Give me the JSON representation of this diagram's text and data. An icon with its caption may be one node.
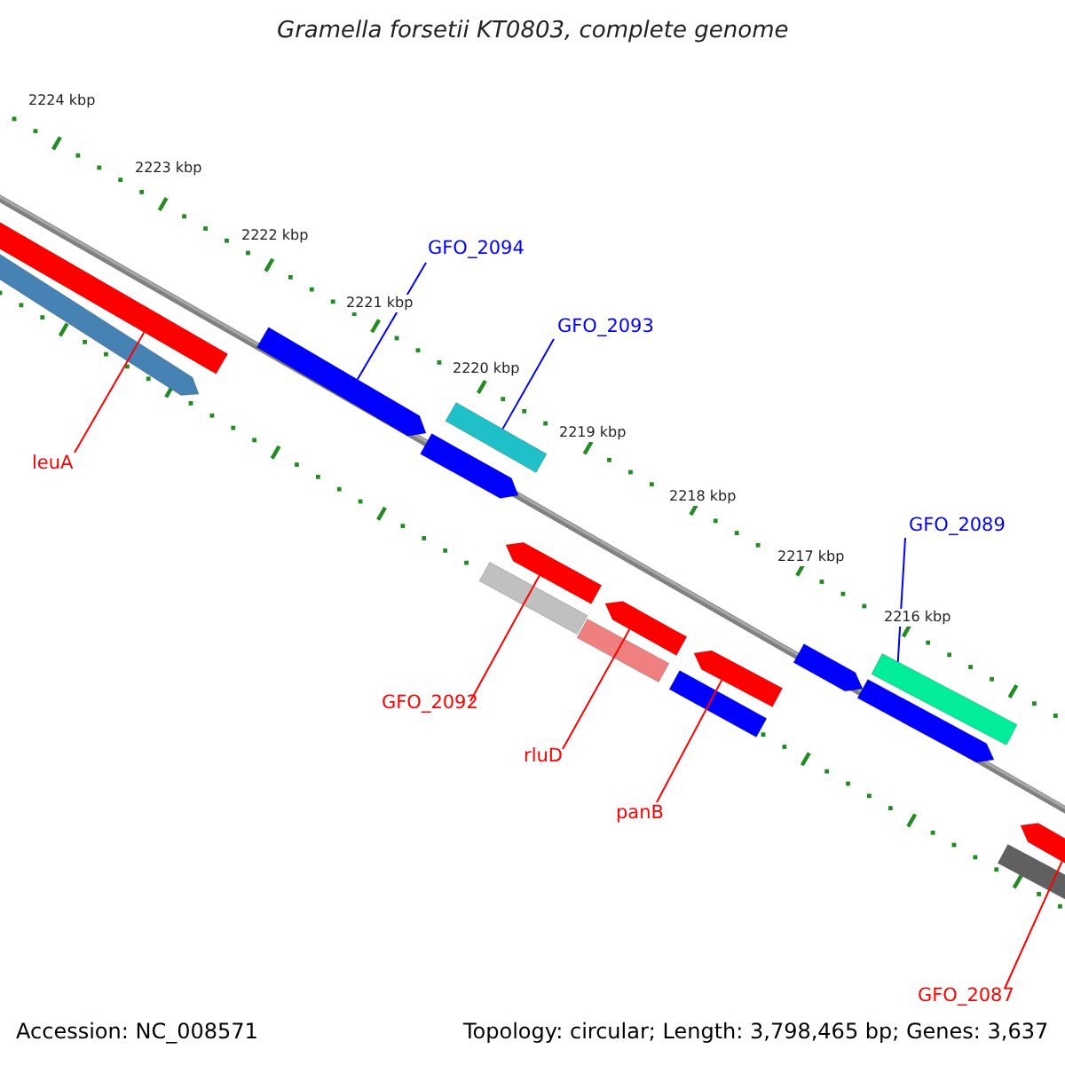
{
  "diagram": {
    "title": "Gramella forsetii KT0803, complete genome",
    "nodes": [
      {
        "text": [
          "GFO_2094"
        ]
      },
      {
        "text": [
          "GFO_2093"
        ]
      },
      {
        "text": [
          "leuA"
        ]
      },
      {
        "text": [
          "GFO_2089"
        ]
      },
      {
        "text": [
          "GFO_2092"
        ]
      },
      {
        "text": [
          "rluD"
        ]
      },
      {
        "text": [
          "panB"
        ]
      },
      {
        "text": [
          "GFO_2087"
        ]
      },
      {
        "text": [],
        "shape": "bar"
      },
      {
        "text": [],
        "shape": "bar"
      },
      {
        "text": [],
        "shape": "bar"
      },
      {
        "text": [],
        "shape": "bar"
      },
      {
        "text": [],
        "shape": "bar"
      },
      {
        "text": [],
        "shape": "bar"
      },
      {
        "text": [],
        "shape": "bar"
      },
      {
        "text": [],
        "shape": "bar"
      },
      {
        "text": [],
        "shape": "bar"
      },
      {
        "text": [],
        "shape": "bar"
      },
      {
        "text": [],
        "shape": "bar"
      },
      {
        "text": [],
        "shape": "bar"
      },
      {
        "text": [],
        "shape": "bar"
      },
      {
        "text": [],
        "shape": "bar"
      },
      {
        "text": [],
        "shape": "bar"
      },
      {
        "text": [],
        "shape": "bar"
      }
    ],
    "edges": [
      {
        "from": 0,
        "to": 10,
        "arrow": "none",
        "color": "#0000ff"
      },
      {
        "from": 1,
        "to": 12,
        "arrow": "none",
        "color": "#0000ff"
      },
      {
        "from": 2,
        "to": 8,
        "arrow": "none"
      },
      {
        "from": 3,
        "to": 21,
        "arrow": "none",
        "color": "#0000ff"
      },
      {
        "from": 4,
        "to": 14,
        "arrow": "none"
      },
      {
        "from": 5,
        "to": 16,
        "arrow": "none"
      },
      {
        "from": 6,
        "to": 18,
        "arrow": "none"
      },
      {
        "from": 7,
        "to": 23,
        "arrow": "none"
      }
    ],
    "labels": [
      "2224 kbp",
      "2223 kbp",
      "2222 kbp",
      "2221 kbp",
      "2220 kbp",
      "2219 kbp",
      "2218 kbp",
      "2217 kbp",
      "2216 kbp",
      "Accession: NC_008571",
      "Topology: circular; Length: 3,798,465 bp; Genes: 3,637"
    ]
  }
}
